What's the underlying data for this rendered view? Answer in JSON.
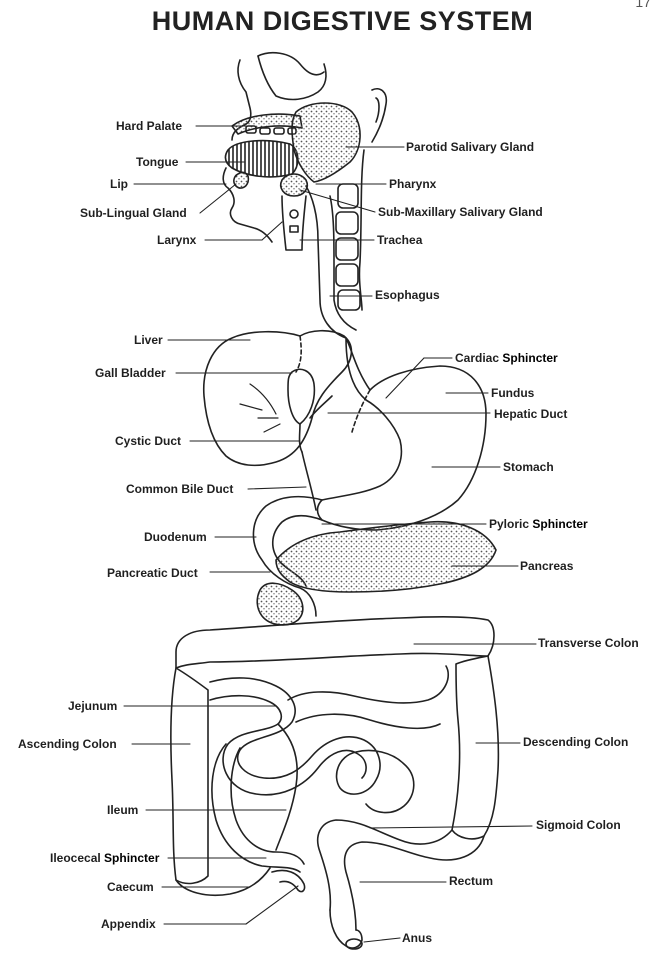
{
  "title": "HUMAN DIGESTIVE SYSTEM",
  "page_number": "17",
  "labels_left": [
    {
      "id": "hard-palate",
      "text": "Hard Palate"
    },
    {
      "id": "tongue",
      "text": "Tongue"
    },
    {
      "id": "lip",
      "text": "Lip"
    },
    {
      "id": "sub-lingual-gland",
      "text": "Sub-Lingual Gland"
    },
    {
      "id": "larynx",
      "text": "Larynx"
    },
    {
      "id": "liver",
      "text": "Liver"
    },
    {
      "id": "gall-bladder",
      "text": "Gall Bladder"
    },
    {
      "id": "cystic-duct",
      "text": "Cystic Duct"
    },
    {
      "id": "common-bile-duct",
      "text": "Common Bile Duct"
    },
    {
      "id": "duodenum",
      "text": "Duodenum"
    },
    {
      "id": "pancreatic-duct",
      "text": "Pancreatic Duct"
    },
    {
      "id": "jejunum",
      "text": "Jejunum"
    },
    {
      "id": "ascending-colon",
      "text": "Ascending Colon"
    },
    {
      "id": "ileum",
      "text": "Ileum"
    },
    {
      "id": "ileocecal-sphincter",
      "text": "Ileocecal",
      "emphasis": "Sphincter"
    },
    {
      "id": "caecum",
      "text": "Caecum"
    },
    {
      "id": "appendix",
      "text": "Appendix"
    }
  ],
  "labels_right": [
    {
      "id": "parotid-salivary-gland",
      "text": "Parotid Salivary Gland"
    },
    {
      "id": "pharynx",
      "text": "Pharynx"
    },
    {
      "id": "sub-maxillary-salivary-gland",
      "text": "Sub-Maxillary Salivary Gland"
    },
    {
      "id": "trachea",
      "text": "Trachea"
    },
    {
      "id": "esophagus",
      "text": "Esophagus"
    },
    {
      "id": "cardiac-sphincter",
      "text": "Cardiac",
      "emphasis": "Sphincter"
    },
    {
      "id": "fundus",
      "text": "Fundus"
    },
    {
      "id": "hepatic-duct",
      "text": "Hepatic Duct"
    },
    {
      "id": "stomach",
      "text": "Stomach"
    },
    {
      "id": "pyloric-sphincter",
      "text": "Pyloric",
      "emphasis": "Sphincter"
    },
    {
      "id": "pancreas",
      "text": "Pancreas"
    },
    {
      "id": "transverse-colon",
      "text": "Transverse Colon"
    },
    {
      "id": "descending-colon",
      "text": "Descending Colon"
    },
    {
      "id": "sigmoid-colon",
      "text": "Sigmoid Colon"
    },
    {
      "id": "rectum",
      "text": "Rectum"
    },
    {
      "id": "anus",
      "text": "Anus"
    }
  ],
  "colors": {
    "ink": "#222222",
    "paper": "#ffffff",
    "stipple": "#555555"
  }
}
